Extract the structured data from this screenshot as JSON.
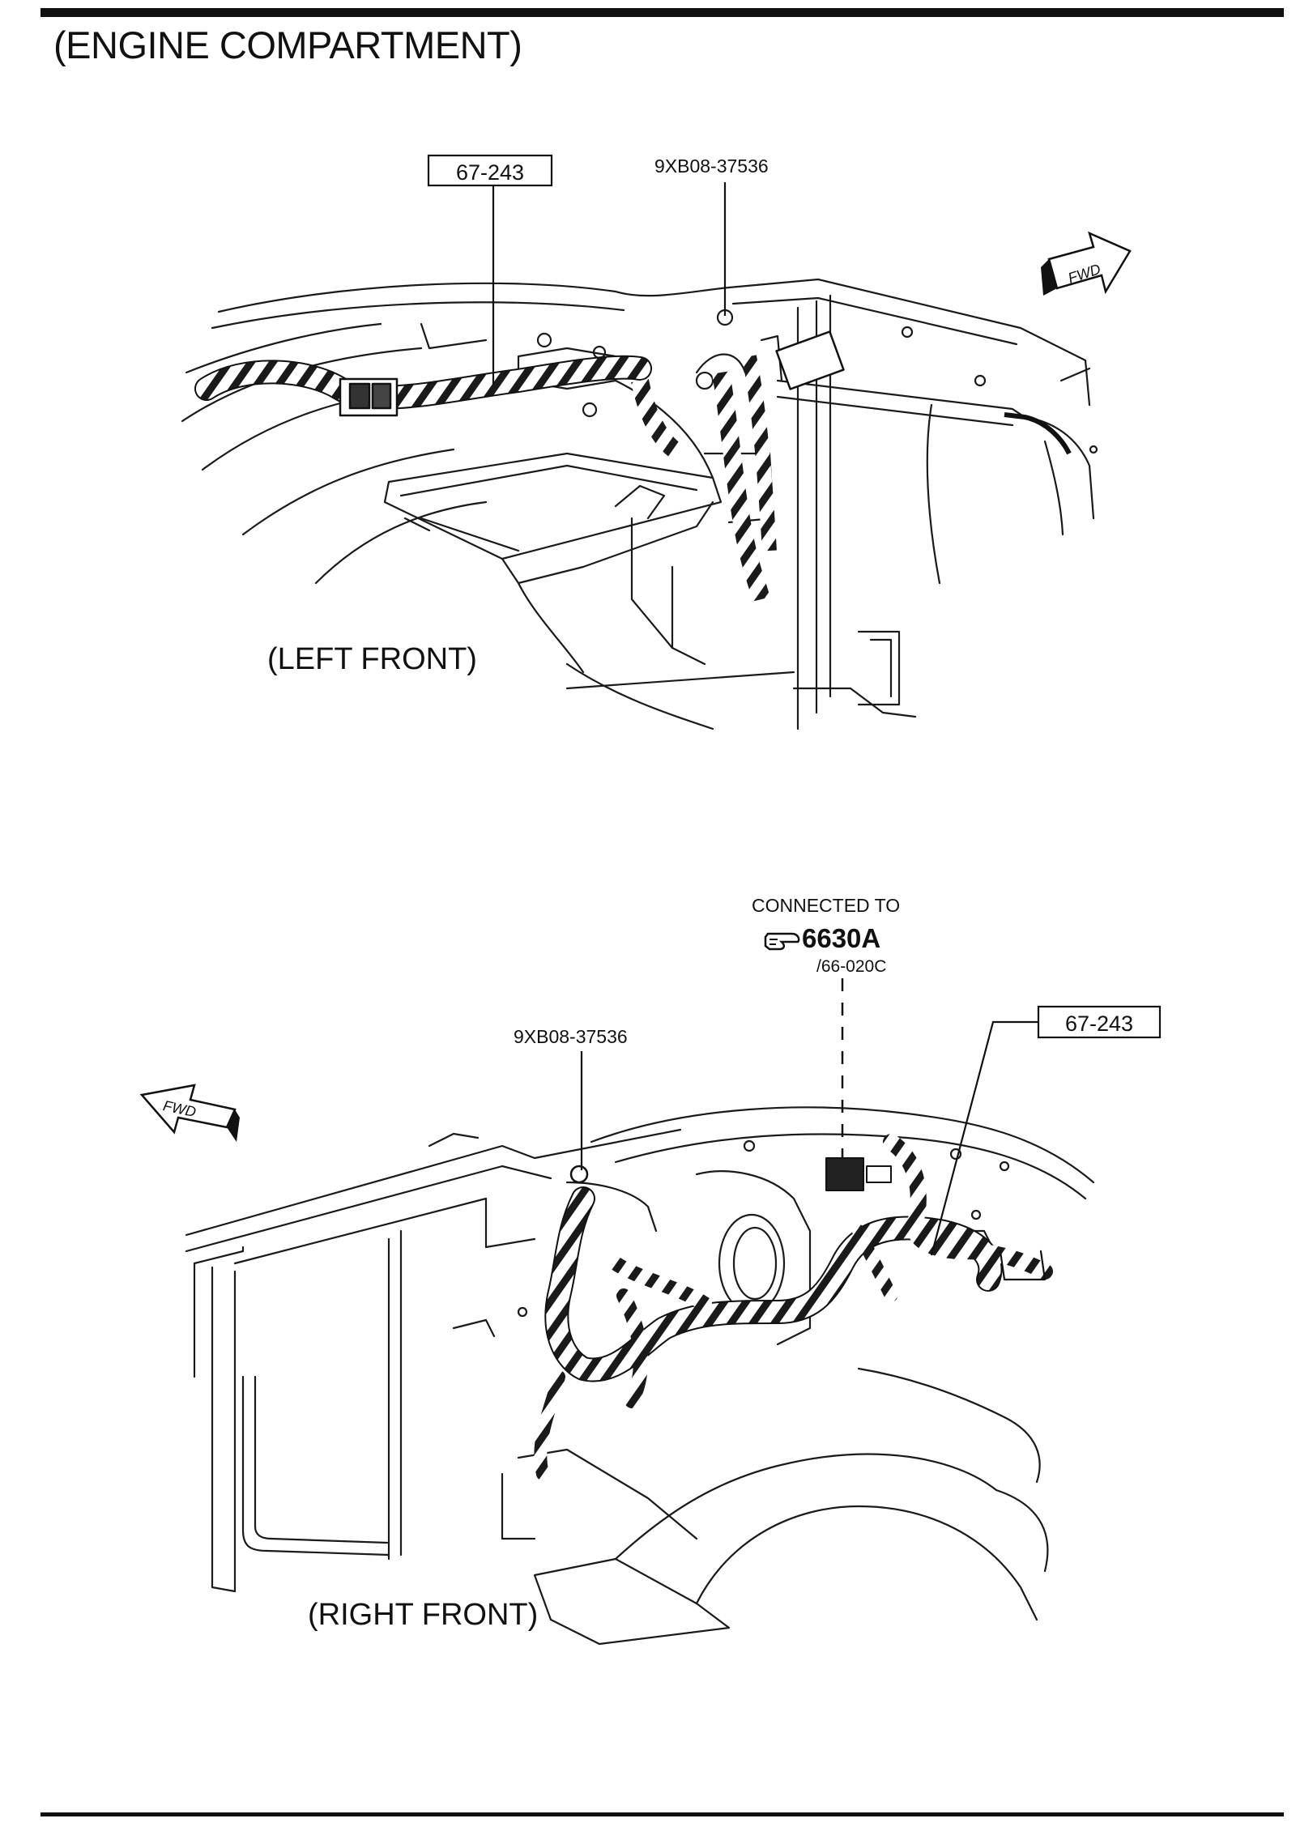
{
  "page": {
    "title": "(ENGINE COMPARTMENT)"
  },
  "left_front": {
    "caption": "(LEFT FRONT)",
    "part_ref": "67-243",
    "bolt_ref": "9XB08-37536",
    "fwd_label": "FWD"
  },
  "right_front": {
    "caption": "(RIGHT FRONT)",
    "part_ref": "67-243",
    "bolt_ref": "9XB08-37536",
    "fwd_label": "FWD",
    "connected_to_label": "CONNECTED TO",
    "connected_code": "6630A",
    "connected_sub": "/66-020C",
    "pointer_icon": "pointing-hand-icon"
  }
}
